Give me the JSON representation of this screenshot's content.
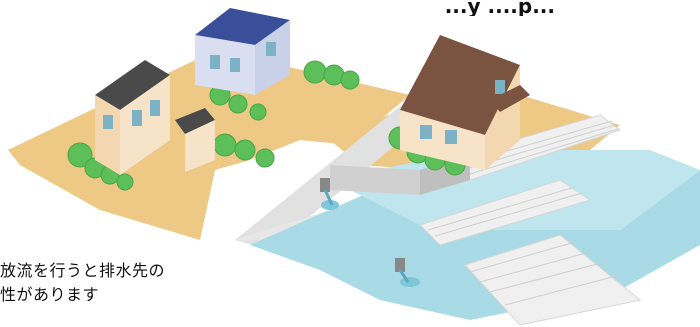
{
  "top_text": "...y ....p...",
  "caption": {
    "line1": "放流を行うと排水先の",
    "line2": "性があります"
  },
  "colors": {
    "ground": "#edc985",
    "road": "#d8d8d8",
    "water": "#a9dbe6",
    "tree": "#5cbf5a",
    "roof_gray": "#4a4a4a",
    "roof_blue": "#3a4f9a",
    "roof_brown": "#7a5341",
    "wall_light": "#f7e4c8",
    "wall_blue": "#c9d1e8",
    "window": "#7bb2c6"
  }
}
